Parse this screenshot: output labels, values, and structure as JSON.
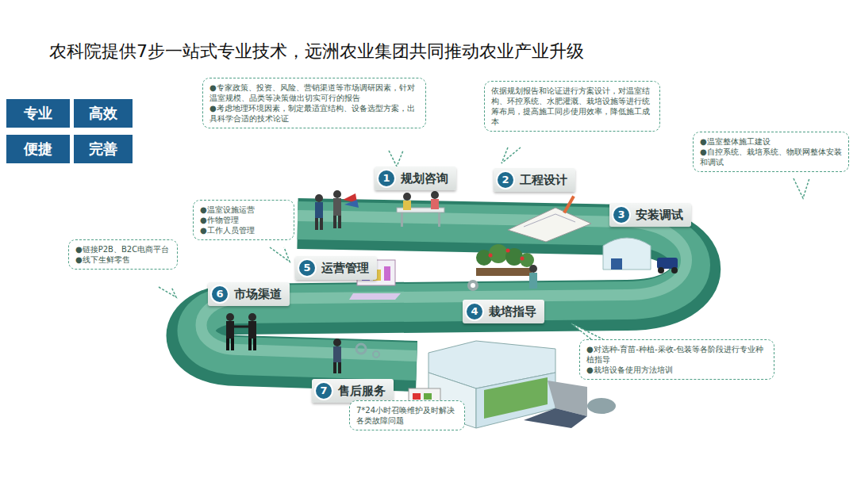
{
  "diagram": {
    "title": "农科院提供7步一站式专业技术，远洲农业集团共同推动农业产业升级",
    "nodes": [
      {
        "text": [
          "专业"
        ]
      },
      {
        "text": [
          "高效"
        ]
      },
      {
        "text": [
          "便捷"
        ]
      },
      {
        "text": [
          "完善"
        ]
      },
      {
        "text": [
          "1",
          "规划咨询"
        ]
      },
      {
        "text": [
          "●专家政策、投资、风险、营销渠道等市场调研因素，针对温室规模、品类等决策做出切实可行的报告",
          "●考虑地理环境因素，制定最适宜结构、设备选型方案，出具科学合适的技术论证"
        ]
      },
      {
        "text": [
          "2",
          "工程设计"
        ]
      },
      {
        "text": [
          "依据规划报告和论证进行方案设计，对温室结构、环控系统、水肥灌溉、栽培设施等进行统筹布局，提高施工同步使用效率，降低施工成本"
        ]
      },
      {
        "text": [
          "3",
          "安装调试"
        ]
      },
      {
        "text": [
          "●温室整体施工建设",
          "●自控系统、栽培系统、物联网整体安装和调试"
        ]
      },
      {
        "text": [
          "4",
          "栽培指导"
        ]
      },
      {
        "text": [
          "●对选种-育苗-种植-采收-包装等各阶段进行专业种植指导",
          "●栽培设备使用方法培训"
        ]
      },
      {
        "text": [
          "5",
          "运营管理"
        ]
      },
      {
        "text": [
          "●温室设施运营",
          "●作物管理",
          "●工作人员管理"
        ]
      },
      {
        "text": [
          "6",
          "市场渠道"
        ]
      },
      {
        "text": [
          "●链接P2B、B2C电商平台",
          "●线下生鲜零售"
        ]
      },
      {
        "text": [
          "7",
          "售后服务"
        ]
      },
      {
        "text": [
          "7*24小时召唤维护及时解决各类故障问题"
        ]
      }
    ]
  }
}
